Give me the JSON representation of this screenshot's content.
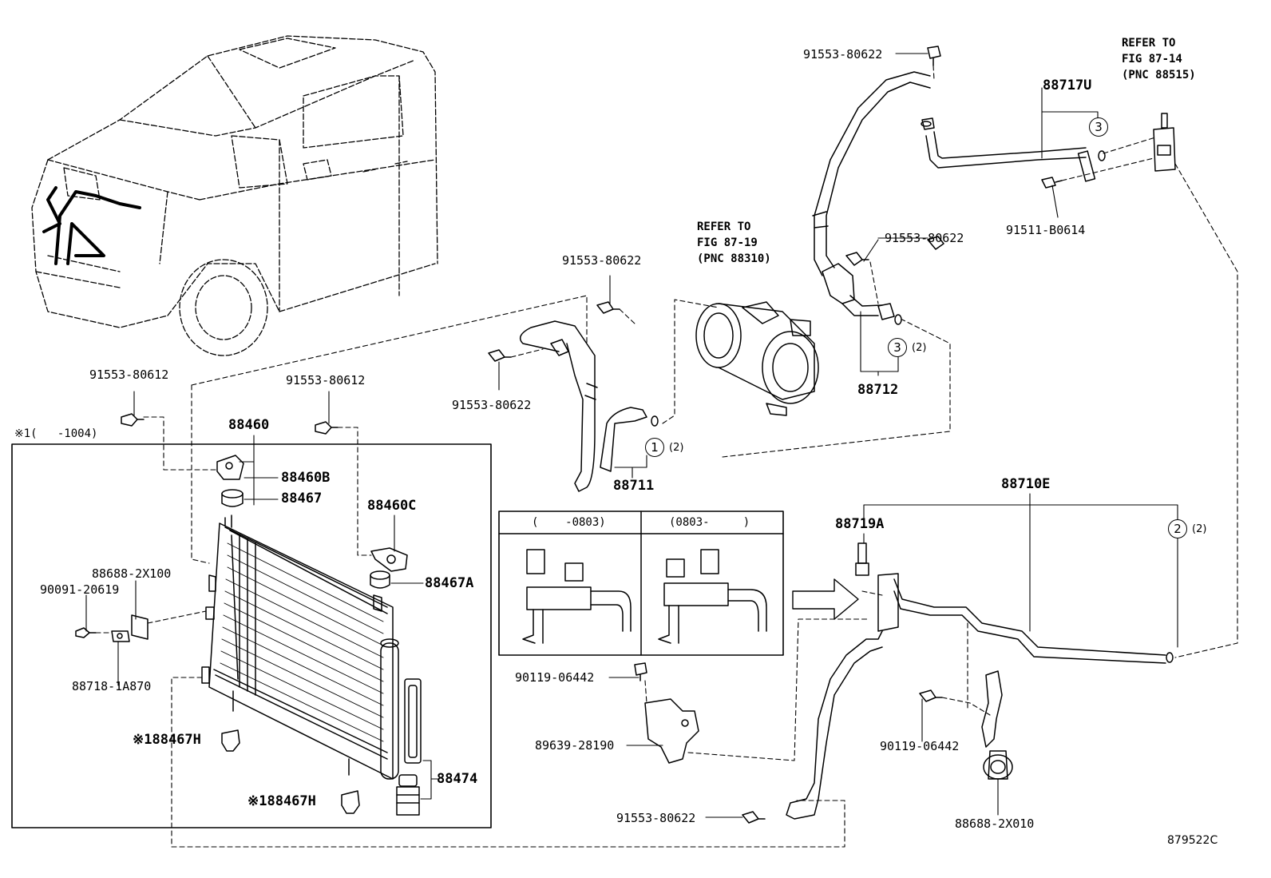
{
  "diagram_id": "879522C",
  "callouts": {
    "c91553_80622_top": "91553-80622",
    "c91553_80622_mid_right": "91553-80622",
    "c91553_80622_mid_left": "91553-80622",
    "c91553_80622_lower_left": "91553-80622",
    "c91553_80622_bottom": "91553-80622",
    "c91553_80612_left": "91553-80612",
    "c91553_80612_right": "91553-80612",
    "c91511_b0614": "91511-B0614",
    "c88717u": "88717U",
    "c88712": "88712",
    "c88711": "88711",
    "c88460": "88460",
    "c88460b": "88460B",
    "c88467": "88467",
    "c88460c": "88460C",
    "c88467a": "88467A",
    "c88688_2x100": "88688-2X100",
    "c90091_20619": "90091-20619",
    "c88718_1a870": "88718-1A870",
    "c88467h_1": "※188467H",
    "c88467h_2": "※188467H",
    "c88474": "88474",
    "c90119_06442_left": "90119-06442",
    "c89639_28190": "89639-28190",
    "c88710e": "88710E",
    "c88719a": "88719A",
    "c90119_06442_right": "90119-06442",
    "c88688_2x010": "88688-2X010"
  },
  "refer_notes": {
    "fig_87_14": "REFER TO\nFIG 87-14\n(PNC 88515)",
    "fig_87_19": "REFER TO\nFIG 87-19\n(PNC 88310)"
  },
  "variant_note": "※1(   -1004)",
  "inset": {
    "left_header": "(    -0803)",
    "right_header": "(0803-     )"
  },
  "circled_refs": {
    "ref3_top": "3",
    "ref3_mid": "3",
    "ref3_mid_qty": "(2)",
    "ref1": "1",
    "ref1_qty": "(2)",
    "ref2": "2",
    "ref2_qty": "(2)"
  }
}
